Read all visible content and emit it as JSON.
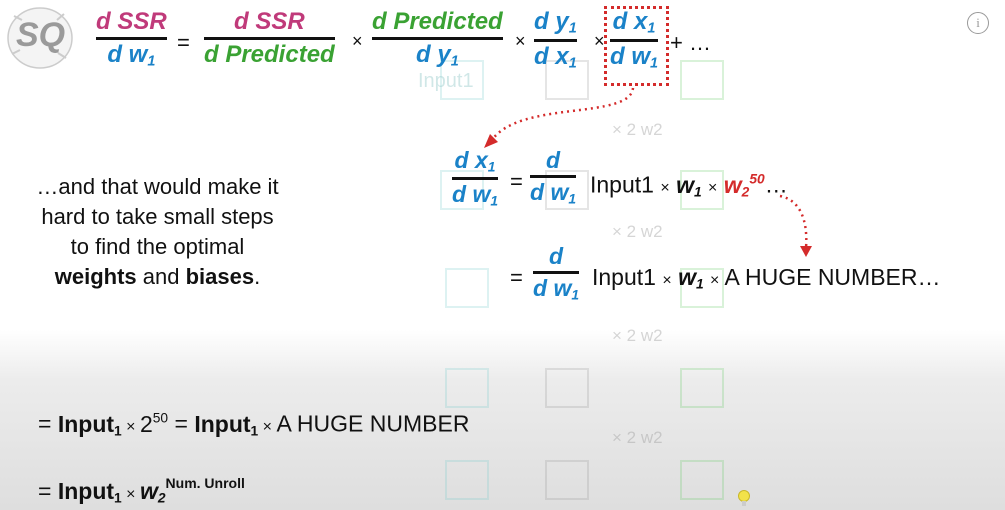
{
  "logo": {
    "text": "SQ"
  },
  "equation1": {
    "lhs": {
      "num": "d SSR",
      "den_d": "d w",
      "den_sub": "1"
    },
    "eq": "=",
    "t1": {
      "num": "d SSR",
      "den": "d Predicted"
    },
    "x1": "×",
    "t2": {
      "num": "d Predicted",
      "den_d": "d y",
      "den_sub": "1"
    },
    "x2": "×",
    "t3": {
      "num_d": "d y",
      "num_sub": "1",
      "den_d": "d x",
      "den_sub": "1"
    },
    "x3": "×",
    "t4": {
      "num_d": "d x",
      "num_sub": "1",
      "den_d": "d w",
      "den_sub": "1"
    },
    "tail": "+ …"
  },
  "equation2": {
    "lhs": {
      "num_d": "d x",
      "num_sub": "1",
      "den_d": "d w",
      "den_sub": "1"
    },
    "eq": "=",
    "frac": {
      "num": "d",
      "den_d": "d w",
      "den_sub": "1"
    },
    "input": "Input1",
    "times": "×",
    "w1": "w",
    "w1_sub": "1",
    "w2": "w",
    "w2_sub": "2",
    "w2_sup": "50",
    "ellipsis": "…"
  },
  "equation3": {
    "eq": "=",
    "frac": {
      "num": "d",
      "den_d": "d w",
      "den_sub": "1"
    },
    "input": "Input1",
    "times": "×",
    "w1": "w",
    "w1_sub": "1",
    "huge": "A HUGE NUMBER…"
  },
  "explanation": {
    "line1": "…and that would make it",
    "line2": "hard to take small steps",
    "line3": "to find the optimal",
    "line4_bold1": "weights",
    "line4_mid": " and ",
    "line4_bold2": "biases",
    "line4_end": "."
  },
  "bottom1": {
    "eq": "= ",
    "input": "Input",
    "sub": "1",
    "times": " × ",
    "base": "2",
    "exp": "50",
    "eq2": " = ",
    "input2": "Input",
    "sub2": "1",
    "times2": " × ",
    "huge": "A HUGE NUMBER"
  },
  "bottom2": {
    "eq": "= ",
    "input": "Input",
    "sub": "1",
    "times": " × ",
    "w": "w",
    "w_sub": "2",
    "w_sup": "Num. Unroll"
  },
  "ghost": {
    "input_label": "Input1",
    "weight_label": "× 2 w2"
  },
  "info_icon": "i",
  "colors": {
    "magenta": "#c03a7a",
    "blue": "#1a82c8",
    "green": "#3aa233",
    "red": "#d42b2b"
  }
}
